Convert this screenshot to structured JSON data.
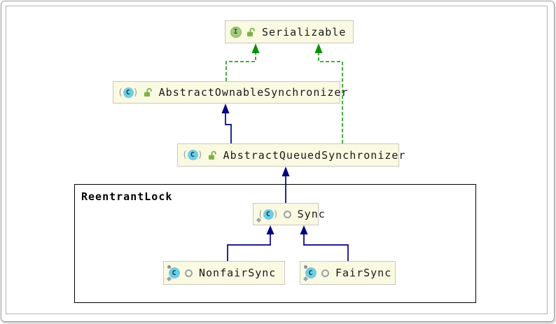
{
  "diagram": {
    "container": {
      "label": "ReentrantLock"
    },
    "nodes": {
      "serializable": {
        "label": "Serializable",
        "kind": "interface",
        "icons": [
          "interface-icon",
          "lock-open-icon"
        ]
      },
      "abstract_ownable_synchronizer": {
        "label": "AbstractOwnableSynchronizer",
        "kind": "abstract-class",
        "icons": [
          "abstract-class-icon",
          "lock-open-icon"
        ]
      },
      "abstract_queued_synchronizer": {
        "label": "AbstractQueuedSynchronizer",
        "kind": "abstract-class",
        "icons": [
          "abstract-class-icon",
          "lock-open-icon"
        ]
      },
      "sync": {
        "label": "Sync",
        "kind": "abstract-class",
        "icons": [
          "abstract-class-icon",
          "static-mark-icon",
          "package-private-icon"
        ]
      },
      "nonfair_sync": {
        "label": "NonfairSync",
        "kind": "class",
        "icons": [
          "class-icon",
          "final-mark-icon",
          "static-mark-icon",
          "package-private-icon"
        ]
      },
      "fair_sync": {
        "label": "FairSync",
        "kind": "class",
        "icons": [
          "class-icon",
          "final-mark-icon",
          "static-mark-icon",
          "package-private-icon"
        ]
      }
    },
    "edges": [
      {
        "from": "AbstractOwnableSynchronizer",
        "to": "Serializable",
        "type": "implements"
      },
      {
        "from": "AbstractQueuedSynchronizer",
        "to": "Serializable",
        "type": "implements"
      },
      {
        "from": "AbstractQueuedSynchronizer",
        "to": "AbstractOwnableSynchronizer",
        "type": "extends"
      },
      {
        "from": "Sync",
        "to": "AbstractQueuedSynchronizer",
        "type": "extends"
      },
      {
        "from": "NonfairSync",
        "to": "Sync",
        "type": "extends"
      },
      {
        "from": "FairSync",
        "to": "Sync",
        "type": "extends"
      }
    ],
    "badges": {
      "interface_letter": "I",
      "class_letter": "C",
      "paren_open": "(",
      "paren_close": ")"
    },
    "colors": {
      "node_fill": "#FAF9E2",
      "node_border": "#C8C8C0",
      "extends_edge": "#000080",
      "implements_edge": "#089000",
      "interface_icon": "#A5C97E",
      "class_icon": "#6ECDE2",
      "lock_icon": "#7CB342",
      "container_border": "#000000"
    }
  }
}
